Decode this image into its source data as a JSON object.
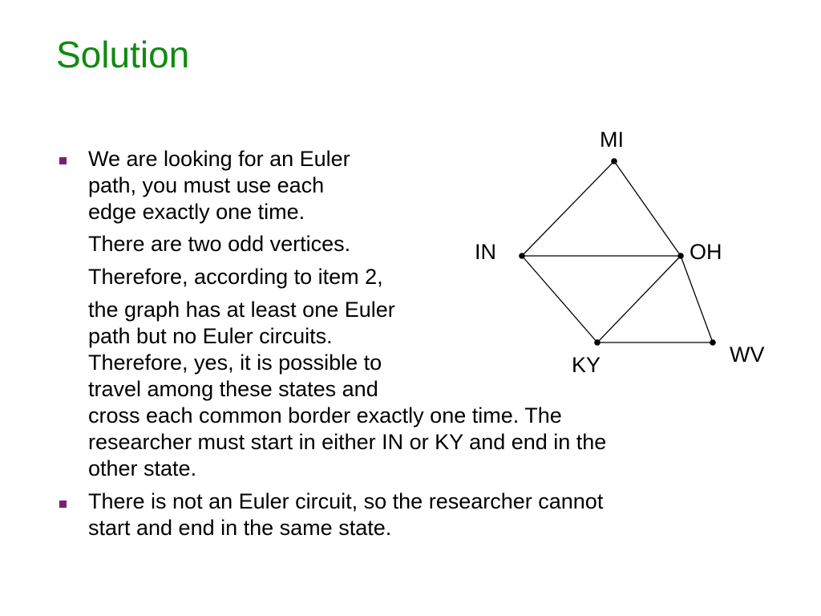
{
  "slide": {
    "title": "Solution",
    "bullet1": {
      "lines": [
        "We are looking for an Euler",
        "path, you must use each",
        "edge exactly one time.",
        "There are two odd vertices.",
        "Therefore, according to item 2,",
        "the graph has at least one Euler",
        "path but no Euler circuits.",
        "Therefore, yes, it is possible to",
        "travel among these states and",
        "cross each common border exactly one time.  The",
        "researcher must start in either IN or KY and end in the",
        "other state."
      ]
    },
    "bullet2": {
      "lines": [
        "There is not an Euler circuit, so the researcher cannot",
        "start and end in the same state."
      ]
    }
  },
  "graph": {
    "vertices": [
      {
        "id": "MI",
        "label": "MI"
      },
      {
        "id": "IN",
        "label": "IN"
      },
      {
        "id": "OH",
        "label": "OH"
      },
      {
        "id": "KY",
        "label": "KY"
      },
      {
        "id": "WV",
        "label": "WV"
      }
    ],
    "edges": [
      [
        "MI",
        "IN"
      ],
      [
        "MI",
        "OH"
      ],
      [
        "IN",
        "OH"
      ],
      [
        "IN",
        "KY"
      ],
      [
        "OH",
        "KY"
      ],
      [
        "OH",
        "WV"
      ],
      [
        "KY",
        "WV"
      ]
    ]
  },
  "colors": {
    "title": "#118a11",
    "bullet": "#7a1e78",
    "text": "#000000"
  }
}
